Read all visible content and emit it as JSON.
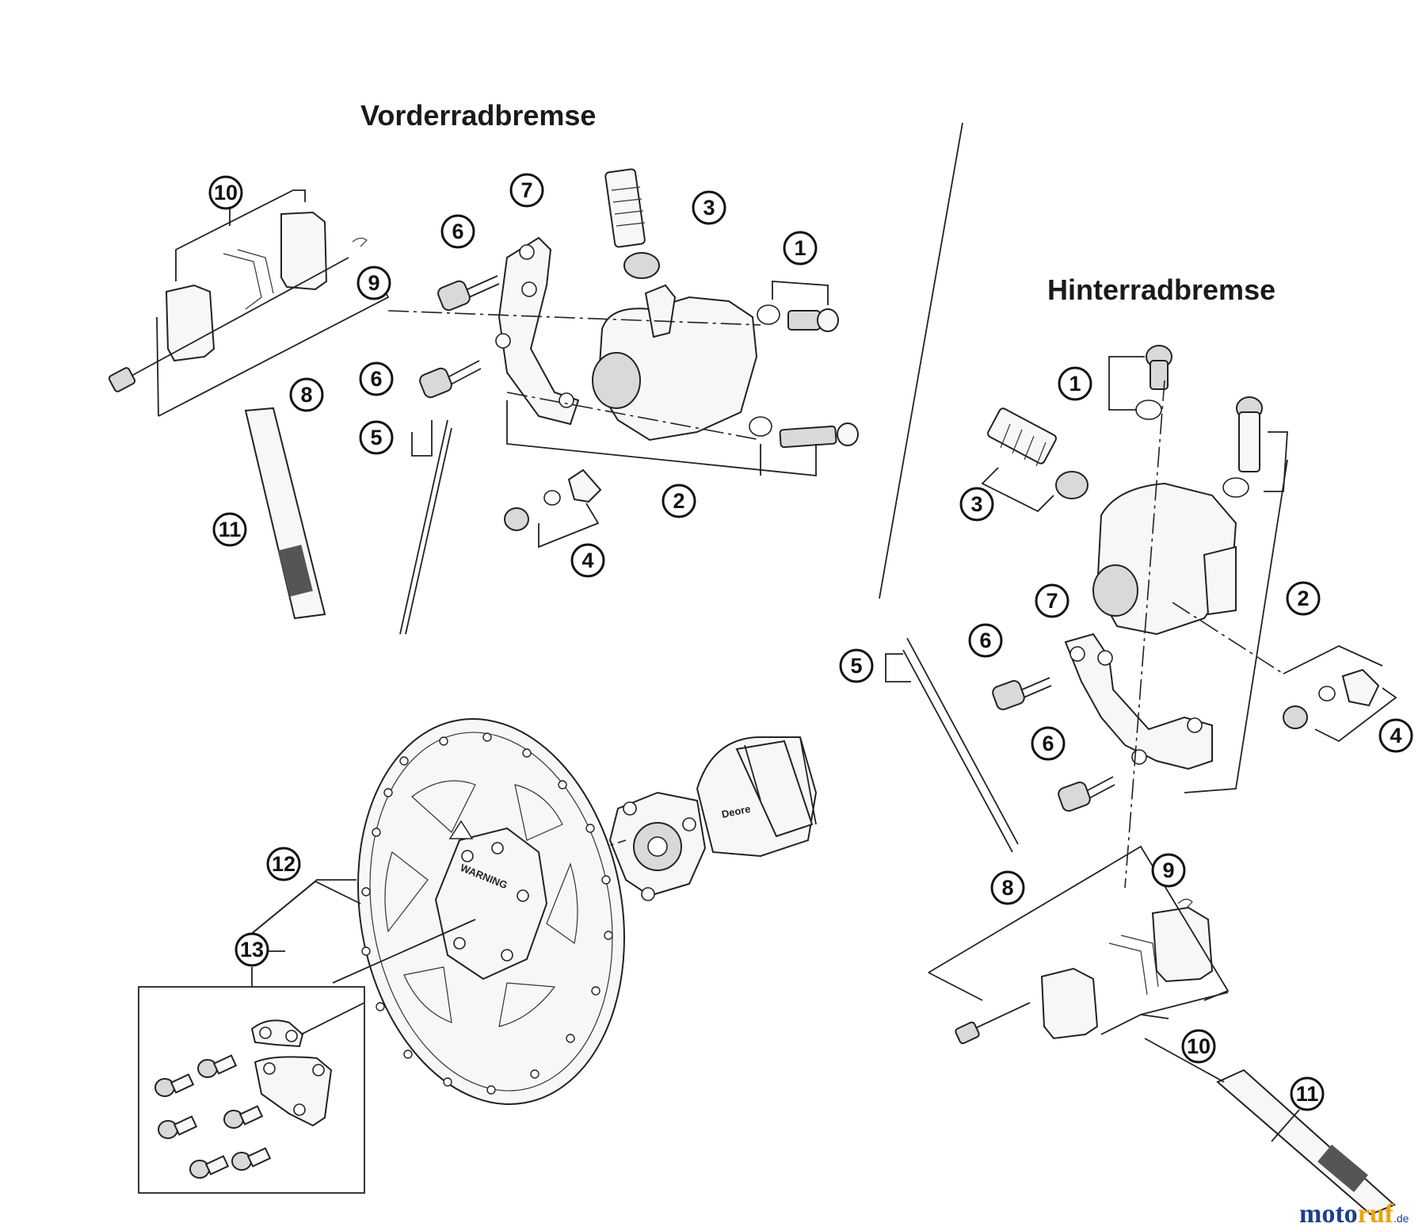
{
  "titles": {
    "front": "Vorderradbremse",
    "rear": "Hinterradbremse"
  },
  "front_callouts": [
    "10",
    "7",
    "6",
    "3",
    "1",
    "9",
    "6",
    "8",
    "5",
    "2",
    "11",
    "4"
  ],
  "rear_callouts": [
    "1",
    "3",
    "2",
    "7",
    "5",
    "6",
    "4",
    "6",
    "9",
    "8",
    "10",
    "11"
  ],
  "rotor_callouts": [
    "12",
    "13"
  ],
  "rotor_text": {
    "warning": "WARNING",
    "hub_brand": "Deore"
  },
  "watermark": {
    "part1": "moto",
    "part2": "ruf",
    "suffix": ".de"
  }
}
